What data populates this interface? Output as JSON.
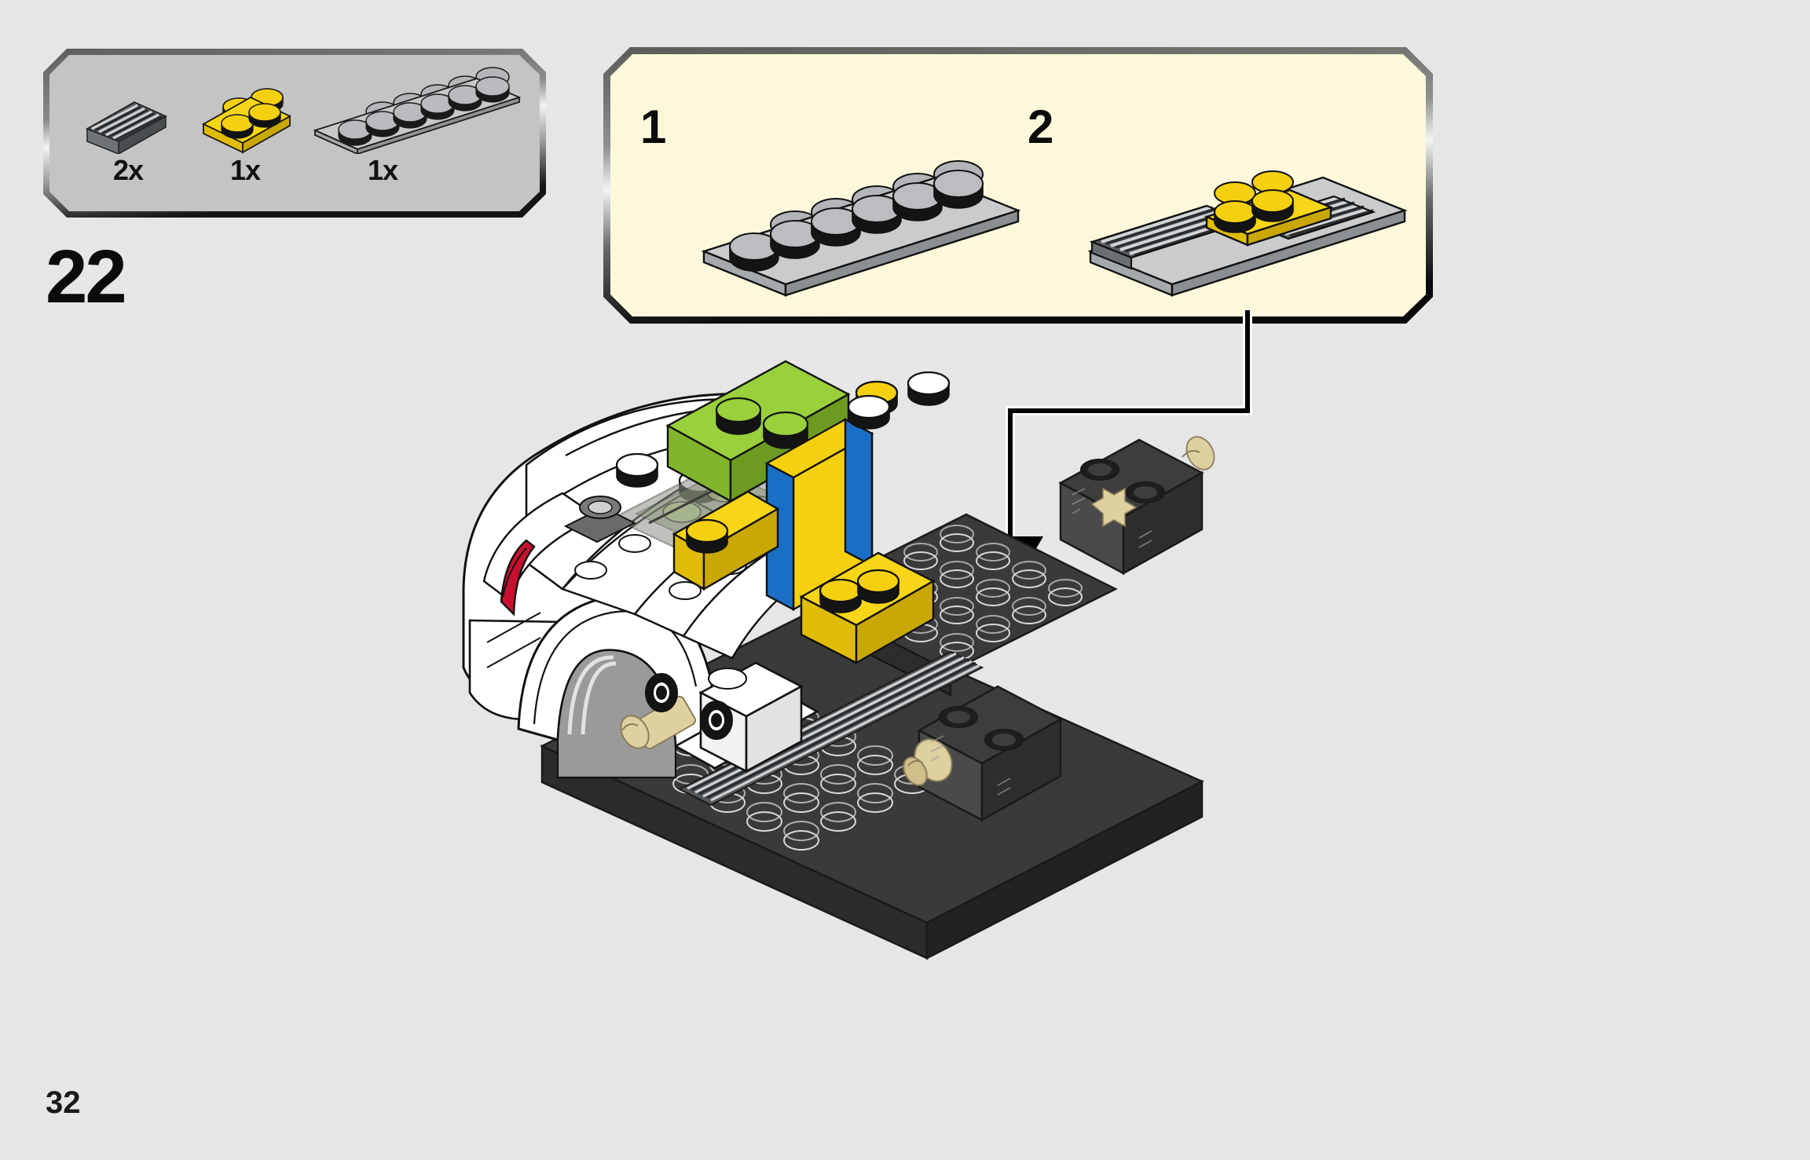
{
  "page": {
    "number": "32",
    "background_color": "#e6e6e6"
  },
  "step": {
    "number": "22"
  },
  "parts_inventory": {
    "box_fill": "#c4c4c4",
    "parts": [
      {
        "name": "grille-tile-1x2",
        "count": "2x",
        "color": "#5b5e60",
        "color_name": "dark-bluish-gray"
      },
      {
        "name": "plate-1x2",
        "count": "1x",
        "color": "#f5d010",
        "color_name": "yellow"
      },
      {
        "name": "plate-1x6",
        "count": "1x",
        "color": "#b3b5b8",
        "color_name": "light-bluish-gray"
      }
    ]
  },
  "callout": {
    "box_fill": "#fcf8dc",
    "sub_steps": [
      {
        "number": "1",
        "name": "sub-step-place-plate",
        "description": "light bluish gray 1x6 plate with six studs"
      },
      {
        "number": "2",
        "name": "sub-step-add-grilles-and-yellow-plate",
        "description": "two dark gray 1x2 grille tiles and one yellow 1x2 plate on the 1x6 plate"
      }
    ]
  },
  "assembly_arrow": {
    "name": "assembly-direction-arrow",
    "direction": "down",
    "color": "#000000"
  },
  "model": {
    "name": "white-sports-car-partial-build",
    "colors": {
      "body_white": "#ffffff",
      "chassis_dark": "#3a3a3a",
      "accent_green": "#9ad03c",
      "accent_yellow": "#f5d010",
      "accent_blue": "#1a6fc4",
      "taillight_red": "#c8102e",
      "axle_tan": "#e0d2a0",
      "glass_smoke": "#8d8d86"
    }
  }
}
